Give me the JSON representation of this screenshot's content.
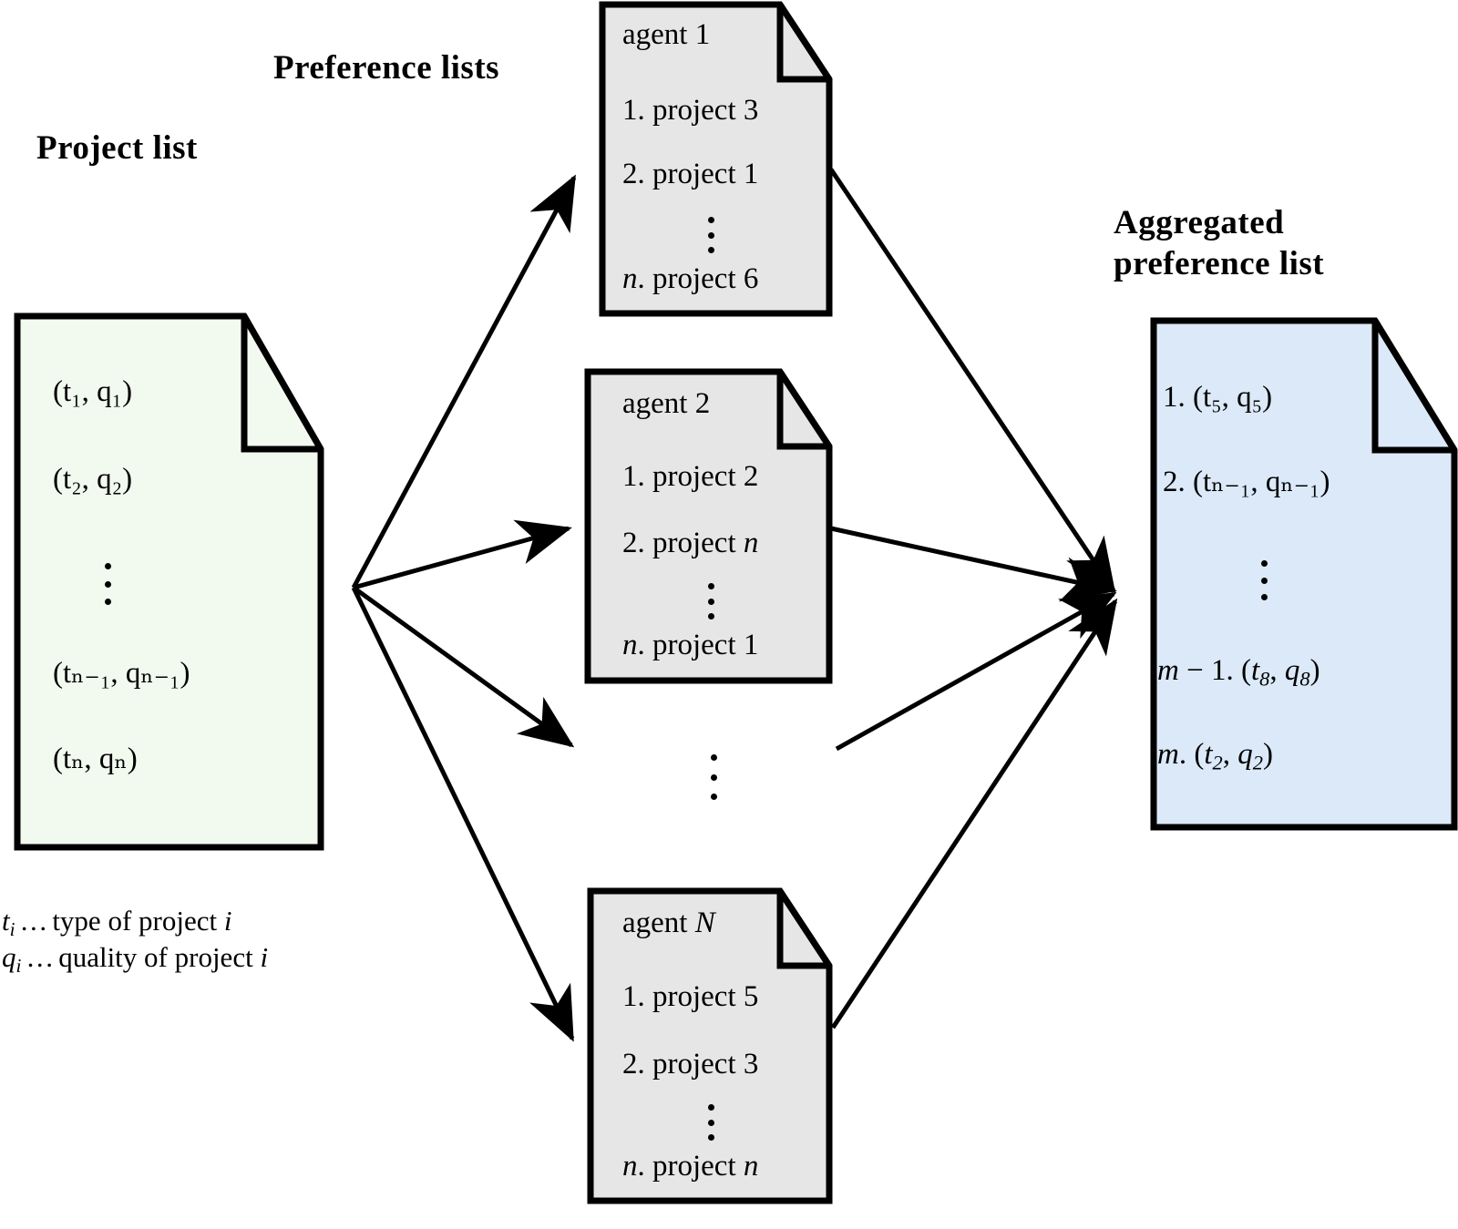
{
  "headings": {
    "project_list": "Project list",
    "preference_lists": "Preference lists",
    "aggregated": "Aggregated\npreference list"
  },
  "colors": {
    "project_card_fill": "#f2f9ef",
    "agent_card_fill": "#e6e6e6",
    "aggregated_card_fill": "#dbe9f8",
    "stroke": "#000000",
    "background": "#ffffff"
  },
  "project_card": {
    "rows": [
      {
        "text": "(t₁, q₁)"
      },
      {
        "text": "(t₂, q₂)"
      },
      {
        "text": "⋮"
      },
      {
        "text": "(tₙ₋₁, qₙ₋₁)"
      },
      {
        "text": "(tₙ, qₙ)"
      }
    ]
  },
  "legend": [
    {
      "symbol": "t",
      "sub": "i",
      "text": "…type of project ",
      "var": "i"
    },
    {
      "symbol": "q",
      "sub": "i",
      "text": "…quality of project ",
      "var": "i"
    }
  ],
  "agent_cards": [
    {
      "title_prefix": "agent ",
      "title_id": "1",
      "rows": [
        "1. project 3",
        "2. project 1",
        "⋮",
        "n. project 6"
      ],
      "rank_n_italic": true
    },
    {
      "title_prefix": "agent ",
      "title_id": "2",
      "rows": [
        "1. project 2",
        "2. project n",
        "⋮",
        "n. project 1"
      ],
      "rank_n_italic": true
    },
    {
      "title_prefix": "agent ",
      "title_id": "N",
      "rows": [
        "1. project 5",
        "2. project 3",
        "⋮",
        "n. project n"
      ],
      "rank_n_italic": true
    }
  ],
  "agent_ellipsis": "⋮",
  "aggregated_card": {
    "rows": [
      "1.  (t₅, q₅)",
      "2.  (tₙ₋₁, qₙ₋₁)",
      "⋮",
      "m − 1. (t₈, q₈)",
      "m. (t₂, q₂)"
    ]
  },
  "arrows": {
    "fan_out_origin": [
      388,
      645
    ],
    "fan_in_target": [
      1222,
      648
    ],
    "count_out": 4,
    "count_in": 4
  }
}
